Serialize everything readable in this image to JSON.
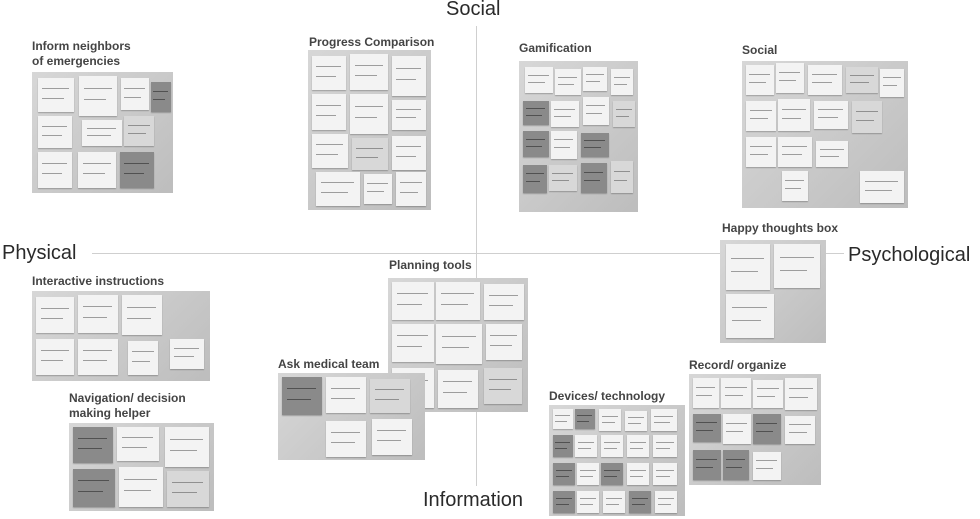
{
  "axes": {
    "top": "Social",
    "bottom": "Information",
    "left": "Physical",
    "right": "Psychological"
  },
  "clusters": [
    {
      "id": "inform",
      "label": "Inform neighbors\nof emergencies"
    },
    {
      "id": "progress",
      "label": "Progress Comparison"
    },
    {
      "id": "gamification",
      "label": "Gamification"
    },
    {
      "id": "social",
      "label": "Social"
    },
    {
      "id": "happy",
      "label": "Happy thoughts box"
    },
    {
      "id": "interactive",
      "label": "Interactive instructions"
    },
    {
      "id": "planning",
      "label": "Planning tools"
    },
    {
      "id": "navigation",
      "label": "Navigation/ decision\nmaking helper"
    },
    {
      "id": "askmed",
      "label": "Ask medical team"
    },
    {
      "id": "record",
      "label": "Record/ organize"
    },
    {
      "id": "devices",
      "label": "Devices/ technology"
    }
  ]
}
